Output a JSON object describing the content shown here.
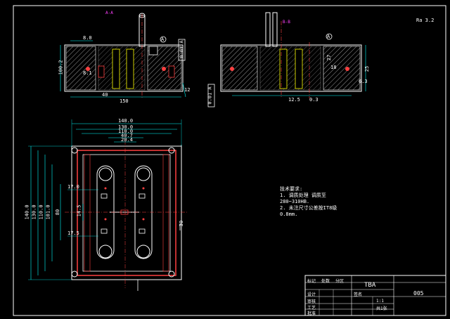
{
  "drawing": {
    "colors": {
      "background": "#000000",
      "outline": "#ffffff",
      "dimension": "#00ffff",
      "plate": "#ff4040",
      "center_line": "#ff4040",
      "cavity": "#ffff00",
      "note": "#ff40ff"
    },
    "section_label_left": "A-A",
    "section_label_right": "B-B",
    "roughness_mark": "Ra 3.2",
    "view_top_left": {
      "dims": [
        "100.2",
        "150",
        "8.0",
        "40",
        "8.1",
        "12"
      ],
      "datum": "A",
      "tolerance_box": "0.01 A"
    },
    "view_top_right": {
      "dims": [
        "25",
        "27",
        "18",
        "12.5",
        "0.3",
        "6.3"
      ],
      "datum": "A",
      "tolerance_box": "0.01 A"
    },
    "plan_view": {
      "width_dims": [
        "140.0",
        "130.0",
        "110.0",
        "40.7",
        "20.4"
      ],
      "height_dims": [
        "140.0",
        "130.0",
        "110.0",
        "101.0",
        "80"
      ],
      "inner_dims": [
        "17.0",
        "17.5",
        "14.5",
        "30"
      ]
    },
    "tech_notes": {
      "heading": "技术要求:",
      "lines": [
        "1. 调质处理 调质至",
        "280~310HB.",
        "2. 未注尺寸公差按IT8级",
        "0.8mm."
      ]
    },
    "title_block": {
      "part_name": "TBA",
      "drawing_no": "005",
      "scale": "1:1",
      "sheet": "共1张",
      "row_labels": [
        "设计",
        "审核",
        "工艺",
        "批准"
      ],
      "col_labels": [
        "标记",
        "处数",
        "分区",
        "签名"
      ]
    }
  }
}
